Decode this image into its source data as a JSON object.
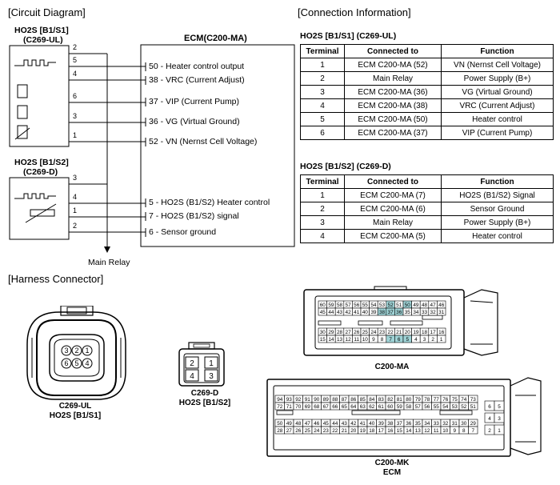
{
  "sections": {
    "circuit": "[Circuit Diagram]",
    "connection": "[Connection Information]",
    "harness": "[Harness Connector]"
  },
  "circuit": {
    "s1_name": "HO2S [B1/S1]",
    "s1_code": "(C269-UL)",
    "s2_name": "HO2S [B1/S2]",
    "s2_code": "(C269-D)",
    "ecm_title": "ECM(C200-MA)",
    "main_relay": "Main Relay",
    "s1_pins": [
      "2",
      "5",
      "4",
      "6",
      "3",
      "1"
    ],
    "s2_pins": [
      "3",
      "4",
      "1",
      "2"
    ],
    "ecm_pins": [
      {
        "num": "50",
        "desc": " - Heater control output"
      },
      {
        "num": "38",
        "desc": " - VRC (Current Adjust)"
      },
      {
        "num": "37",
        "desc": " - VIP (Current Pump)"
      },
      {
        "num": "36",
        "desc": " - VG (Virtual Ground)"
      },
      {
        "num": "52",
        "desc": " - VN (Nernst Cell Voltage)"
      },
      {
        "num": "5",
        "desc": " - HO2S (B1/S2) Heater control"
      },
      {
        "num": "7",
        "desc": " - HO2S (B1/S2) signal"
      },
      {
        "num": "6",
        "desc": " - Sensor ground"
      }
    ]
  },
  "connection": {
    "t1_title": "HO2S [B1/S1] (C269-UL)",
    "t2_title": "HO2S [B1/S2] (C269-D)",
    "headers": [
      "Terminal",
      "Connected to",
      "Function"
    ],
    "t1_rows": [
      [
        "1",
        "ECM C200-MA (52)",
        "VN (Nernst Cell Voltage)"
      ],
      [
        "2",
        "Main Relay",
        "Power Supply (B+)"
      ],
      [
        "3",
        "ECM C200-MA (36)",
        "VG (Virtual Ground)"
      ],
      [
        "4",
        "ECM C200-MA (38)",
        "VRC (Current Adjust)"
      ],
      [
        "5",
        "ECM C200-MA (50)",
        "Heater control"
      ],
      [
        "6",
        "ECM C200-MA (37)",
        "VIP (Current Pump)"
      ]
    ],
    "t2_rows": [
      [
        "1",
        "ECM C200-MA (7)",
        "HO2S (B1/S2) Signal"
      ],
      [
        "2",
        "ECM C200-MA (6)",
        "Sensor Ground"
      ],
      [
        "3",
        "Main Relay",
        "Power Supply (B+)"
      ],
      [
        "4",
        "ECM C200-MA (5)",
        "Heater control"
      ]
    ]
  },
  "harness": {
    "ul_pins_top": [
      "3",
      "2",
      "1"
    ],
    "ul_pins_bottom": [
      "6",
      "5",
      "4"
    ],
    "ul_label": "C269-UL",
    "ul_sub": "HO2S [B1/S1]",
    "d_pins": [
      "2",
      "1",
      "4",
      "3"
    ],
    "d_label": "C269-D",
    "d_sub": "HO2S [B1/S2]",
    "ma_label": "C200-MA",
    "mk_label": "C200-MK",
    "mk_sub": "ECM",
    "ma_row1": [
      "60",
      "59",
      "58",
      "57",
      "56",
      "55",
      "54",
      "53",
      "52",
      "51",
      "50",
      "49",
      "48",
      "47",
      "46"
    ],
    "ma_row2": [
      "45",
      "44",
      "43",
      "42",
      "41",
      "40",
      "39",
      "38",
      "37",
      "36",
      "35",
      "34",
      "33",
      "32",
      "31"
    ],
    "ma_row3": [
      "30",
      "29",
      "28",
      "27",
      "26",
      "25",
      "24",
      "23",
      "22",
      "21",
      "20",
      "19",
      "18",
      "17",
      "16"
    ],
    "ma_row4": [
      "15",
      "14",
      "13",
      "12",
      "11",
      "10",
      "9",
      "8",
      "7",
      "6",
      "5",
      "4",
      "3",
      "2",
      "1"
    ],
    "ma_highlight": [
      "52",
      "50",
      "38",
      "37",
      "36",
      "7",
      "6",
      "5"
    ],
    "mk_row1": [
      "94",
      "93",
      "92",
      "91",
      "90",
      "89",
      "88",
      "87",
      "86",
      "85",
      "84",
      "83",
      "82",
      "81",
      "80",
      "79",
      "78",
      "77",
      "76",
      "75",
      "74",
      "73"
    ],
    "mk_row2": [
      "72",
      "71",
      "70",
      "69",
      "68",
      "67",
      "66",
      "65",
      "64",
      "63",
      "62",
      "61",
      "60",
      "59",
      "58",
      "57",
      "56",
      "55",
      "54",
      "53",
      "52",
      "51"
    ],
    "mk_row3": [
      "50",
      "49",
      "48",
      "47",
      "46",
      "45",
      "44",
      "43",
      "42",
      "41",
      "40",
      "39",
      "38",
      "37",
      "36",
      "35",
      "34",
      "33",
      "32",
      "31",
      "30",
      "29"
    ],
    "mk_row4": [
      "28",
      "27",
      "26",
      "25",
      "24",
      "23",
      "22",
      "21",
      "20",
      "19",
      "18",
      "17",
      "16",
      "15",
      "14",
      "13",
      "12",
      "11",
      "10",
      "9",
      "8",
      "7"
    ],
    "mk_side": [
      "6",
      "5",
      "4",
      "3",
      "2",
      "1"
    ],
    "highlight_color": "#9fd3d6"
  }
}
